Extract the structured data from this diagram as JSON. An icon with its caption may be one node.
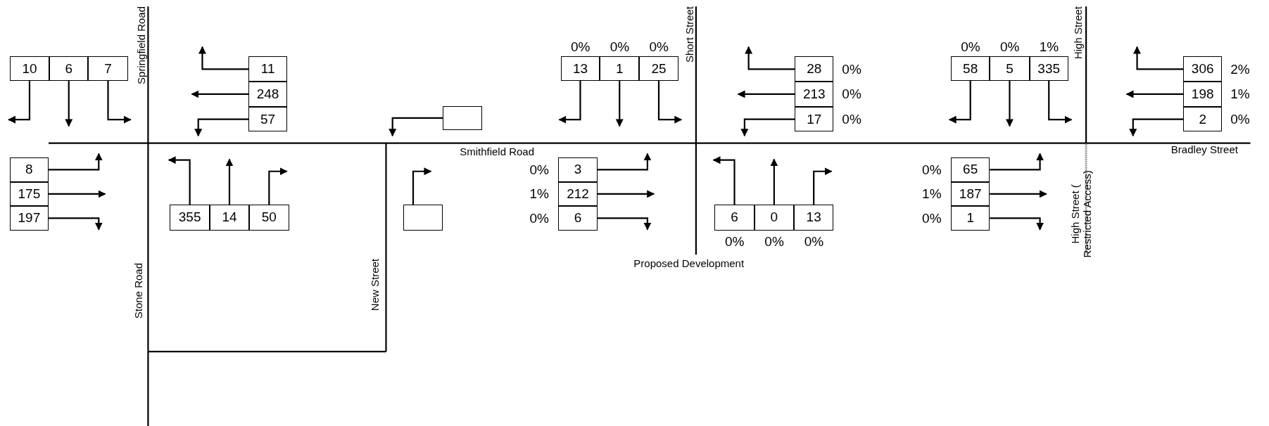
{
  "diagram": {
    "nodes": [
      {
        "text": [
          "10"
        ]
      },
      {
        "text": [
          "6"
        ]
      },
      {
        "text": [
          "7"
        ]
      },
      {
        "text": [
          "11"
        ]
      },
      {
        "text": [
          "248"
        ]
      },
      {
        "text": [
          "57"
        ]
      },
      {
        "text": [],
        "shape": "box"
      },
      {
        "text": [
          "13"
        ],
        "beside": [
          "0%"
        ]
      },
      {
        "text": [
          "1"
        ],
        "beside": [
          "0%"
        ]
      },
      {
        "text": [
          "25"
        ],
        "beside": [
          "0%"
        ]
      },
      {
        "text": [
          "28"
        ],
        "beside": [
          "0%"
        ]
      },
      {
        "text": [
          "213"
        ],
        "beside": [
          "0%"
        ]
      },
      {
        "text": [
          "17"
        ],
        "beside": [
          "0%"
        ]
      },
      {
        "text": [
          "58"
        ],
        "beside": [
          "0%"
        ]
      },
      {
        "text": [
          "5"
        ],
        "beside": [
          "0%"
        ]
      },
      {
        "text": [
          "335"
        ],
        "beside": [
          "1%"
        ]
      },
      {
        "text": [
          "306"
        ],
        "beside": [
          "2%"
        ]
      },
      {
        "text": [
          "198"
        ],
        "beside": [
          "1%"
        ]
      },
      {
        "text": [
          "2"
        ],
        "beside": [
          "0%"
        ]
      },
      {
        "text": [
          "8"
        ]
      },
      {
        "text": [
          "175"
        ]
      },
      {
        "text": [
          "197"
        ]
      },
      {
        "text": [
          "355"
        ]
      },
      {
        "text": [
          "14"
        ]
      },
      {
        "text": [
          "50"
        ]
      },
      {
        "text": [],
        "shape": "box"
      },
      {
        "text": [
          "3"
        ],
        "beside": [
          "0%"
        ]
      },
      {
        "text": [
          "212"
        ],
        "beside": [
          "1%"
        ]
      },
      {
        "text": [
          "6"
        ],
        "beside": [
          "0%"
        ]
      },
      {
        "text": [
          "6"
        ],
        "beside": [
          "0%"
        ]
      },
      {
        "text": [
          "0"
        ],
        "beside": [
          "0%"
        ]
      },
      {
        "text": [
          "13"
        ],
        "beside": [
          "0%"
        ]
      },
      {
        "text": [
          "65"
        ],
        "beside": [
          "0%"
        ]
      },
      {
        "text": [
          "187"
        ],
        "beside": [
          "1%"
        ]
      },
      {
        "text": [
          "1"
        ],
        "beside": [
          "0%"
        ]
      }
    ],
    "edges": [
      {
        "from": 0,
        "to": null,
        "arrow": "to"
      },
      {
        "from": 1,
        "to": null,
        "arrow": "to"
      },
      {
        "from": 2,
        "to": null,
        "arrow": "to"
      },
      {
        "from": 3,
        "to": null,
        "arrow": "to"
      },
      {
        "from": 4,
        "to": null,
        "arrow": "to"
      },
      {
        "from": 5,
        "to": null,
        "arrow": "to"
      },
      {
        "from": 6,
        "to": null,
        "arrow": "to"
      },
      {
        "from": 7,
        "to": null,
        "arrow": "to"
      },
      {
        "from": 8,
        "to": null,
        "arrow": "to"
      },
      {
        "from": 9,
        "to": null,
        "arrow": "to"
      },
      {
        "from": 10,
        "to": null,
        "arrow": "to"
      },
      {
        "from": 11,
        "to": null,
        "arrow": "to"
      },
      {
        "from": 12,
        "to": null,
        "arrow": "to"
      },
      {
        "from": 13,
        "to": null,
        "arrow": "to"
      },
      {
        "from": 14,
        "to": null,
        "arrow": "to"
      },
      {
        "from": 15,
        "to": null,
        "arrow": "to"
      },
      {
        "from": 16,
        "to": null,
        "arrow": "to"
      },
      {
        "from": 17,
        "to": null,
        "arrow": "to"
      },
      {
        "from": 18,
        "to": null,
        "arrow": "to"
      },
      {
        "from": 19,
        "to": null,
        "arrow": "to"
      },
      {
        "from": 20,
        "to": null,
        "arrow": "to"
      },
      {
        "from": 21,
        "to": null,
        "arrow": "to"
      },
      {
        "from": 22,
        "to": null,
        "arrow": "to"
      },
      {
        "from": 23,
        "to": null,
        "arrow": "to"
      },
      {
        "from": 24,
        "to": null,
        "arrow": "to"
      },
      {
        "from": 25,
        "to": null,
        "arrow": "to"
      },
      {
        "from": 26,
        "to": null,
        "arrow": "to"
      },
      {
        "from": 27,
        "to": null,
        "arrow": "to"
      },
      {
        "from": 28,
        "to": null,
        "arrow": "to"
      },
      {
        "from": 29,
        "to": null,
        "arrow": "to"
      },
      {
        "from": 30,
        "to": null,
        "arrow": "to"
      },
      {
        "from": 31,
        "to": null,
        "arrow": "to"
      },
      {
        "from": 32,
        "to": null,
        "arrow": "to"
      },
      {
        "from": 33,
        "to": null,
        "arrow": "to"
      },
      {
        "from": 34,
        "to": null,
        "arrow": "to"
      }
    ],
    "labels": [
      "Springfield Road",
      "Short Street",
      "High Street",
      "Smithfield Road",
      "Bradley Street",
      "High Street ( Restricted Access)",
      "Proposed Development",
      "Stone Road",
      "New Street"
    ]
  }
}
